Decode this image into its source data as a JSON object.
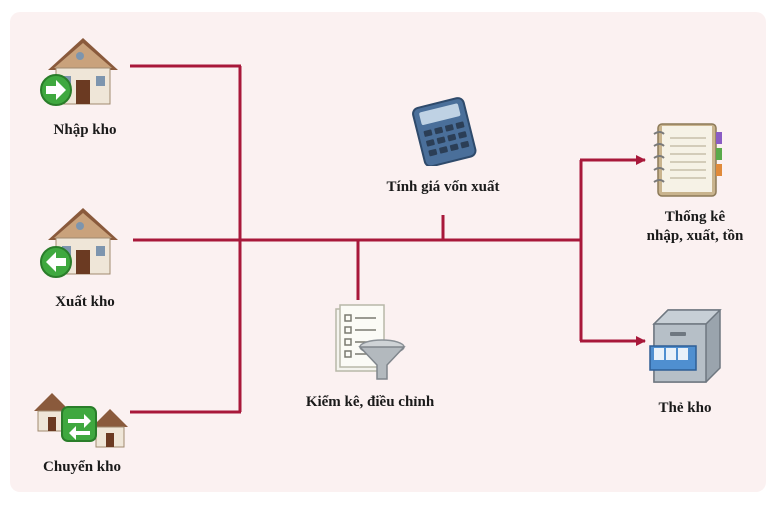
{
  "diagram": {
    "line_color": "#a8183a",
    "nodes": {
      "nhap_kho": {
        "label": "Nhập kho",
        "icon": "house-arrow-right-icon"
      },
      "xuat_kho": {
        "label": "Xuất kho",
        "icon": "house-arrow-left-icon"
      },
      "chuyen_kho": {
        "label": "Chuyển kho",
        "icon": "house-transfer-icon"
      },
      "tinh_gia": {
        "label": "Tính giá vốn xuất",
        "icon": "calculator-icon"
      },
      "kiem_ke": {
        "label": "Kiểm kê, điều chỉnh",
        "icon": "checklist-funnel-icon"
      },
      "thong_ke": {
        "label_line1": "Thống kê",
        "label_line2": "nhập, xuất, tồn",
        "icon": "notebook-icon"
      },
      "the_kho": {
        "label": "Thẻ kho",
        "icon": "file-cabinet-icon"
      }
    }
  }
}
